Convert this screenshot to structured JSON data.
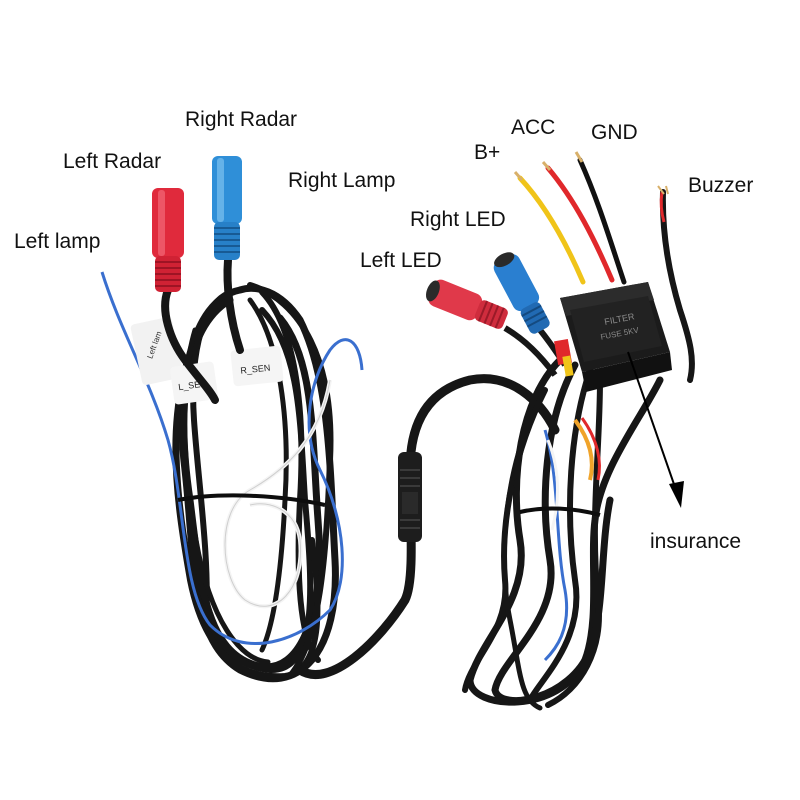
{
  "labels": {
    "left_lamp": "Left lamp",
    "left_radar": "Left Radar",
    "right_radar": "Right Radar",
    "right_lamp": "Right Lamp",
    "right_led": "Right LED",
    "left_led": "Left LED",
    "b_plus": "B+",
    "acc": "ACC",
    "gnd": "GND",
    "buzzer": "Buzzer",
    "insurance": "insurance"
  },
  "box_text": {
    "line1": "FILTER",
    "line2": "FUSE 5KV"
  },
  "sleeve_tags": {
    "left_tag": "Left lam",
    "left_sensor_tag": "L_SEN",
    "right_sensor_tag": "R_SEN"
  },
  "colors": {
    "background": "#ffffff",
    "cable": "#161616",
    "radar_left_connector": "#e02a3c",
    "radar_right_connector": "#2f8fd8",
    "led_left_connector": "#e0394a",
    "led_right_connector": "#2a7fd0",
    "wire_blue": "#3a6fcf",
    "wire_white": "#f4f4f4",
    "wire_yellow": "#f0c419",
    "wire_red": "#e0282b",
    "wire_black": "#111111",
    "box": "#1b1b1b"
  }
}
